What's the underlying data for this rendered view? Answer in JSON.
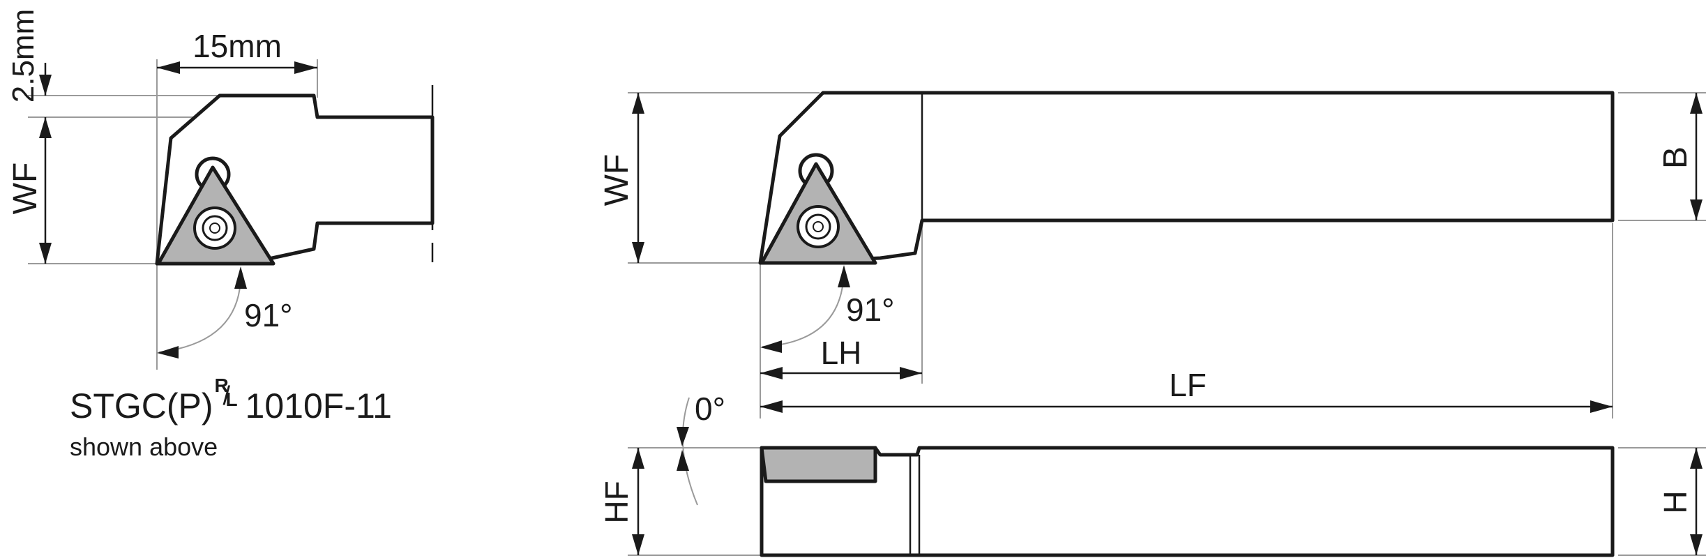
{
  "drawing": {
    "left_view": {
      "dim_width": "15mm",
      "dim_offset": "2.5mm",
      "dim_wf": "WF",
      "angle": "91°"
    },
    "top_view": {
      "dim_wf": "WF",
      "dim_b": "B",
      "dim_lh": "LH",
      "dim_lf": "LF",
      "angle": "91°"
    },
    "side_view": {
      "angle": "0°",
      "dim_hf": "HF",
      "dim_h": "H"
    },
    "caption": {
      "model_prefix": "STGC(P)",
      "model_r": "R",
      "model_l": "L",
      "model_suffix": "1010F-11",
      "note": "shown above"
    }
  }
}
